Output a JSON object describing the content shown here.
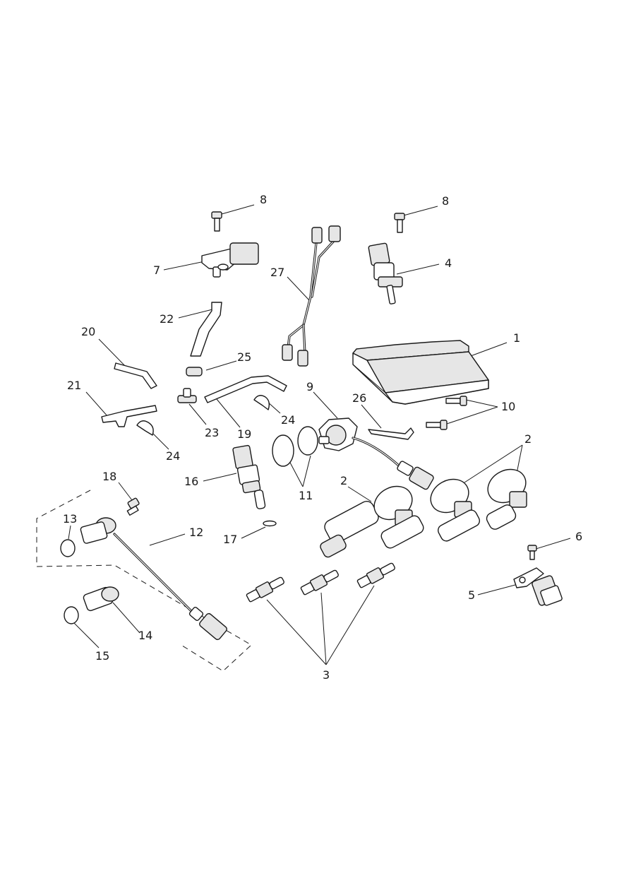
{
  "callouts": {
    "c1": "1",
    "c2a": "2",
    "c2b": "2",
    "c3": "3",
    "c4": "4",
    "c5": "5",
    "c6": "6",
    "c7": "7",
    "c8a": "8",
    "c8b": "8",
    "c9": "9",
    "c10": "10",
    "c11": "11",
    "c12": "12",
    "c13": "13",
    "c14": "14",
    "c15": "15",
    "c16": "16",
    "c17": "17",
    "c18": "18",
    "c19": "19",
    "c20": "20",
    "c21": "21",
    "c22": "22",
    "c23": "23",
    "c24a": "24",
    "c24b": "24",
    "c25": "25",
    "c26": "26",
    "c27": "27"
  }
}
